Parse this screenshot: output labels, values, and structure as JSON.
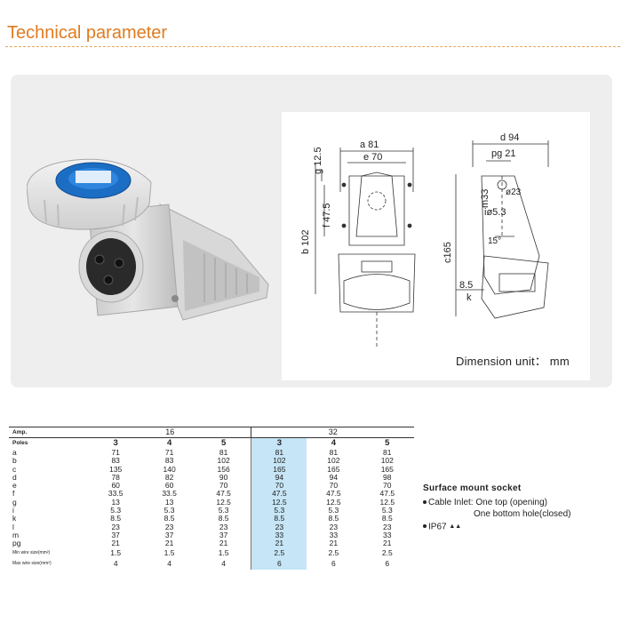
{
  "header": {
    "title": "Technical parameter"
  },
  "drawing": {
    "dimension_unit": "Dimension unit： mm"
  },
  "dimensions": {
    "a": "a 81",
    "e": "e 70",
    "g": "g 12.5",
    "f": "f 47.5",
    "b": "b 102",
    "d": "d 94",
    "pg": "pg 21",
    "m": "m33",
    "l_dia": "ø23",
    "i_dia": "iø5.3",
    "angle": "15°",
    "c": "c165",
    "k_val": "8.5",
    "k": "k"
  },
  "table": {
    "amp_label": "Amp.",
    "amp_values": [
      "16",
      "32"
    ],
    "poles_label": "Poles",
    "poles": [
      "3",
      "4",
      "5",
      "3",
      "4",
      "5"
    ],
    "rows": [
      {
        "label": "a",
        "values": [
          "71",
          "71",
          "81",
          "81",
          "81",
          "81"
        ]
      },
      {
        "label": "b",
        "values": [
          "83",
          "83",
          "102",
          "102",
          "102",
          "102"
        ]
      },
      {
        "label": "c",
        "values": [
          "135",
          "140",
          "156",
          "165",
          "165",
          "165"
        ]
      },
      {
        "label": "d",
        "values": [
          "78",
          "82",
          "90",
          "94",
          "94",
          "98"
        ]
      },
      {
        "label": "e",
        "values": [
          "60",
          "60",
          "70",
          "70",
          "70",
          "70"
        ]
      },
      {
        "label": "f",
        "values": [
          "33.5",
          "33.5",
          "47.5",
          "47.5",
          "47.5",
          "47.5"
        ]
      },
      {
        "label": "g",
        "values": [
          "13",
          "13",
          "12.5",
          "12.5",
          "12.5",
          "12.5"
        ]
      },
      {
        "label": "i",
        "values": [
          "5.3",
          "5.3",
          "5.3",
          "5.3",
          "5.3",
          "5.3"
        ]
      },
      {
        "label": "k",
        "values": [
          "8.5",
          "8.5",
          "8.5",
          "8.5",
          "8.5",
          "8.5"
        ]
      },
      {
        "label": "l",
        "values": [
          "23",
          "23",
          "23",
          "23",
          "23",
          "23"
        ]
      },
      {
        "label": "m",
        "values": [
          "37",
          "37",
          "37",
          "33",
          "33",
          "33"
        ]
      },
      {
        "label": "pg",
        "values": [
          "21",
          "21",
          "21",
          "21",
          "21",
          "21"
        ]
      }
    ],
    "wire_rows": [
      {
        "label": "Min wire size(mm²)",
        "values": [
          "1.5",
          "1.5",
          "1.5",
          "2.5",
          "2.5",
          "2.5"
        ]
      },
      {
        "label": "Max wire size(mm²)",
        "values": [
          "4",
          "4",
          "4",
          "6",
          "6",
          "6"
        ]
      }
    ],
    "highlight_color": "#c6e5f6"
  },
  "notes": {
    "heading": "Surface mount socket",
    "inlet_line1": "Cable Inlet: One top (opening)",
    "inlet_line2": "One bottom hole(closed)",
    "ip": "IP67",
    "ip_symbol": "▲▲"
  },
  "colors": {
    "title": "#e07b1f",
    "socket_cap": "#1c6dc4"
  }
}
